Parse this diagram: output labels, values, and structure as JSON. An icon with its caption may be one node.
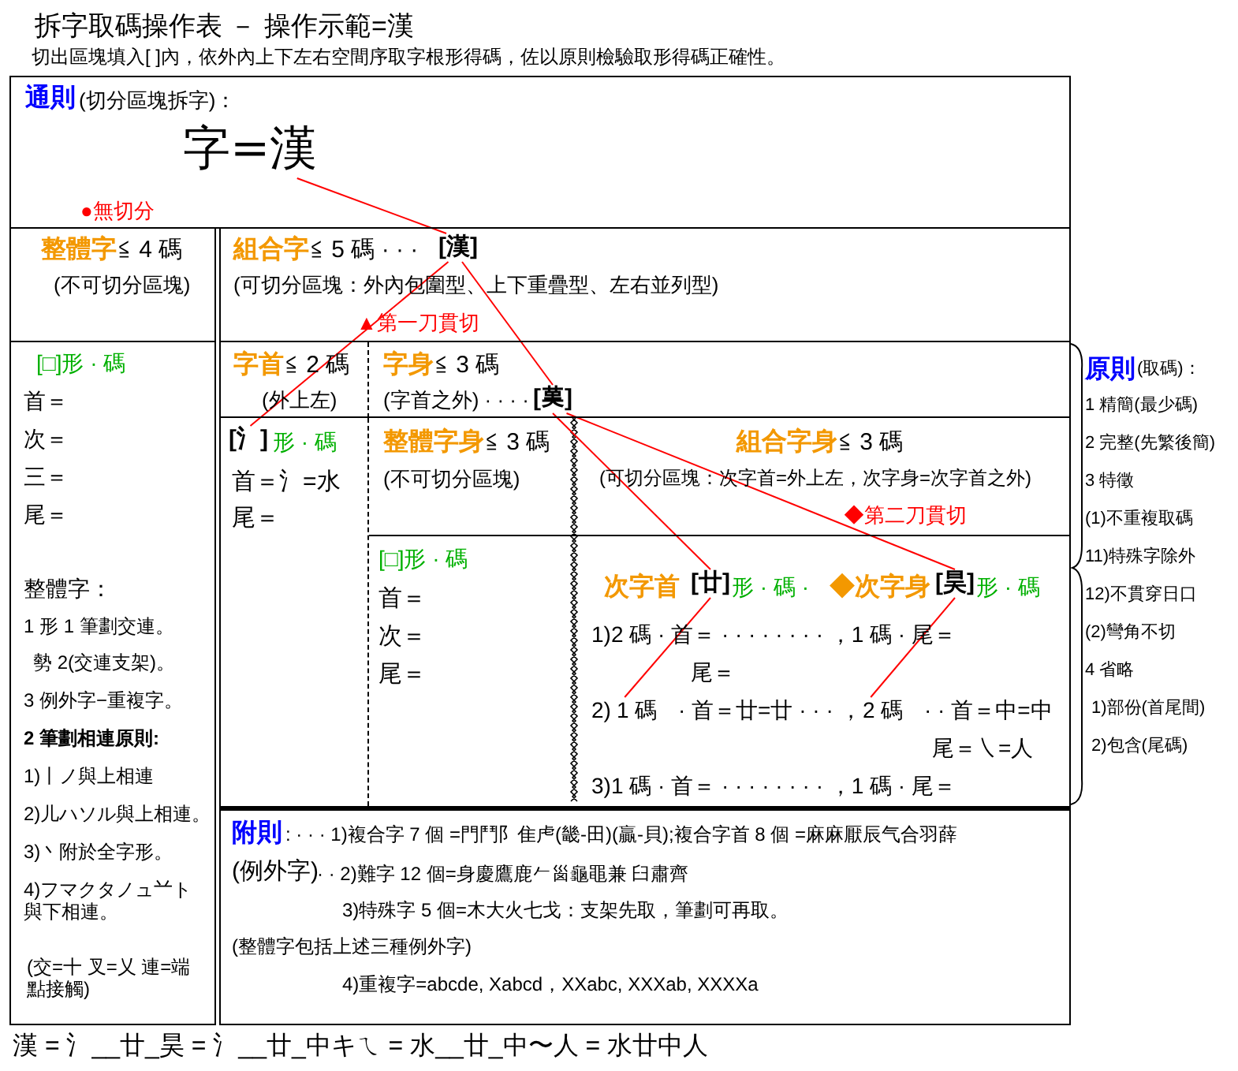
{
  "diagram": {
    "title": "拆字取碼操作表 － 操作示範=漢",
    "nodes": [
      {
        "text": [
          "通則",
          "(切分區塊拆字)：",
          "●無切分"
        ]
      },
      {
        "text": [
          "字=漢"
        ],
        "in": 0
      },
      {
        "text": [
          "整體字",
          "≦ 4 碼",
          "(不可切分區塊)"
        ]
      },
      {
        "text": [
          "組合字",
          "≦ 5 碼 · · ·",
          "(可切分區塊：外內包圍型、上下重疊型、左右並列型)",
          "▲第一刀貫切"
        ]
      },
      {
        "text": [
          "[漢]"
        ],
        "in": 3
      },
      {
        "text": [
          "[□]形 · 碼",
          "首＝",
          "次＝",
          "三＝",
          "尾＝",
          "整體字：",
          "1 形 1 筆劃交連。",
          "勢 2(交連支架)。",
          "3 例外字−重複字。",
          "2 筆劃相連原則:",
          "1)丨ノ與上相連",
          "2)儿ハソル與上相連。",
          "3)丶附於全字形。",
          "4)フマクタノュ䒑ト與下相連。",
          "(交=十 叉=乂 連=端點接觸)"
        ]
      },
      {
        "text": [
          "字首",
          "≦ 2 碼",
          "(外上左)"
        ]
      },
      {
        "text": [
          "字身",
          "≦ 3 碼",
          "(字首之外) · · · ·"
        ]
      },
      {
        "text": [
          "[𦰩]"
        ],
        "in": 7
      },
      {
        "text": [
          "形 · 碼",
          "首＝氵=水",
          "尾＝"
        ]
      },
      {
        "text": [
          "[氵]"
        ],
        "in": 9
      },
      {
        "text": [
          "整體字身",
          "≦ 3 碼",
          "(不可切分區塊)"
        ]
      },
      {
        "text": [
          "組合字身",
          "≦ 3 碼",
          "(可切分區塊：次字首=外上左，次字身=次字首之外)",
          "◆第二刀貫切"
        ]
      },
      {
        "text": [
          "[□]形 · 碼",
          "首＝",
          "次＝",
          "尾＝"
        ]
      },
      {
        "text": [
          "次字首",
          "形 · 碼 ·",
          "◆次字身",
          "形 · 碼",
          "1)2 碼 · 首＝ · · · · · · · · ，1 碼 · 尾＝",
          "尾＝",
          "2)",
          "· 首＝廿=廿 · · · ，",
          "· · 首＝中=中",
          "尾＝㇏=人",
          "3)1 碼 · 首＝ · · · · · · · · ，1 碼 · 尾＝"
        ]
      },
      {
        "text": [
          "[廿]"
        ],
        "in": 14
      },
      {
        "text": [
          "[昊]"
        ],
        "in": 14
      },
      {
        "text": [
          "1 碼"
        ],
        "in": 14
      },
      {
        "text": [
          "2 碼"
        ],
        "in": 14
      },
      {
        "text": [
          "附則",
          ": · · · 1)複合字 7 個 =門鬥阝隹虍(畿-田)(贏-貝);複合字首 8 個 =麻麻厭辰气合羽薛",
          "(例外字)",
          "· · 2)難字 12 個=身慶鷹鹿𠂉𡿺龜黽兼 臼肅齊",
          "3)特殊字 5 個=木大火七戈：支架先取，筆劃可再取。",
          "(整體字包括上述三種例外字)",
          "4)重複字=abcde, Xabcd，XXabc, XXXab, XXXXa"
        ]
      }
    ],
    "edges": [
      {
        "from": 1,
        "to": 4,
        "arrow": "none"
      },
      {
        "from": 4,
        "to": 10,
        "arrow": "none"
      },
      {
        "from": 4,
        "to": 8,
        "arrow": "none"
      },
      {
        "from": 8,
        "to": 15,
        "arrow": "none"
      },
      {
        "from": 8,
        "to": 16,
        "arrow": "none"
      },
      {
        "from": 15,
        "to": 17,
        "arrow": "none"
      },
      {
        "from": 16,
        "to": 18,
        "arrow": "none"
      }
    ],
    "labels": [
      "切出區塊填入[ ]內，依外內上下左右空間序取字根形得碼，佐以原則檢驗取形得碼正確性。",
      "原則",
      "(取碼)：",
      "1 精簡(最少碼)",
      "2 完整(先繁後簡)",
      "3 特徵",
      "(1)不重複取碼",
      "11)特殊字除外",
      "12)不貫穿日口",
      "(2)彎角不切",
      "4 省略",
      "1)部份(首尾間)",
      "2)包含(尾碼)",
      "漢 = 氵__廿_昊 = 氵__廿_中キㄟ = 水__廿_中〜人 = 水廿中人"
    ]
  }
}
